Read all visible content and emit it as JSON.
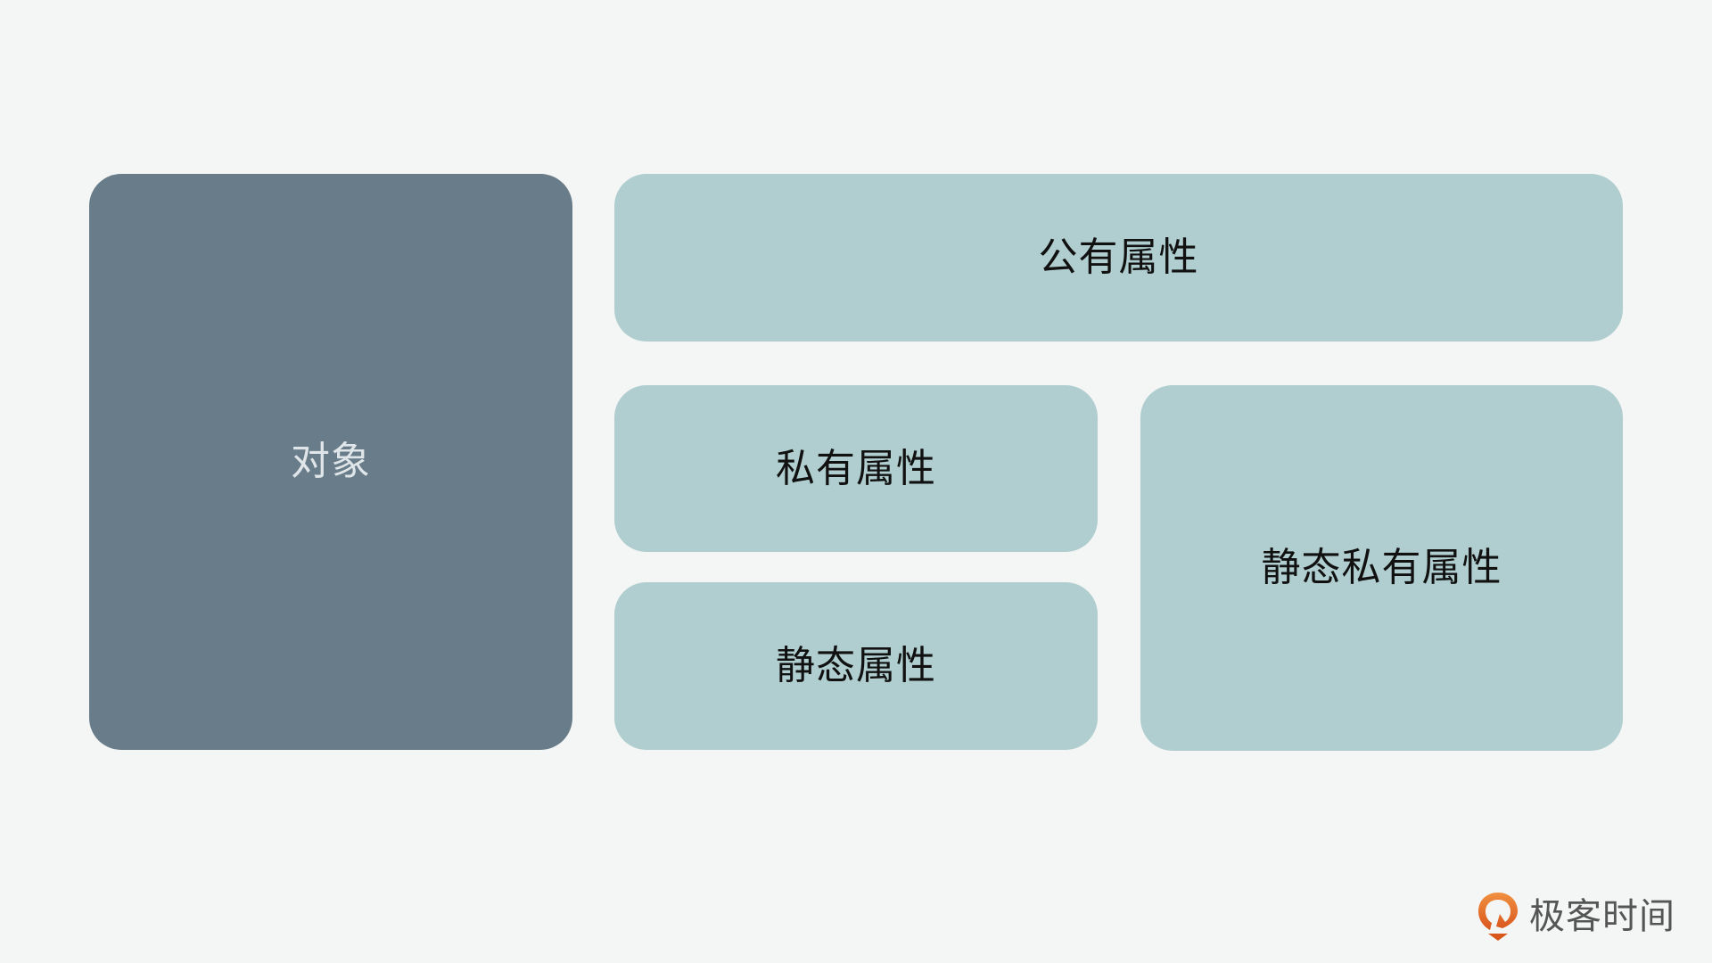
{
  "diagram": {
    "object": {
      "label": "对象",
      "color": "#687c89",
      "text_color": "#dfe5e8"
    },
    "properties": [
      {
        "id": "public",
        "label": "公有属性"
      },
      {
        "id": "private",
        "label": "私有属性"
      },
      {
        "id": "static",
        "label": "静态属性"
      },
      {
        "id": "static_private",
        "label": "静态私有属性"
      }
    ],
    "property_color": "#b0cecf",
    "background": "#f4f6f5"
  },
  "branding": {
    "logo_icon": "geektime-logo-icon",
    "logo_text": "极客时间",
    "logo_color": "#e8752e"
  }
}
